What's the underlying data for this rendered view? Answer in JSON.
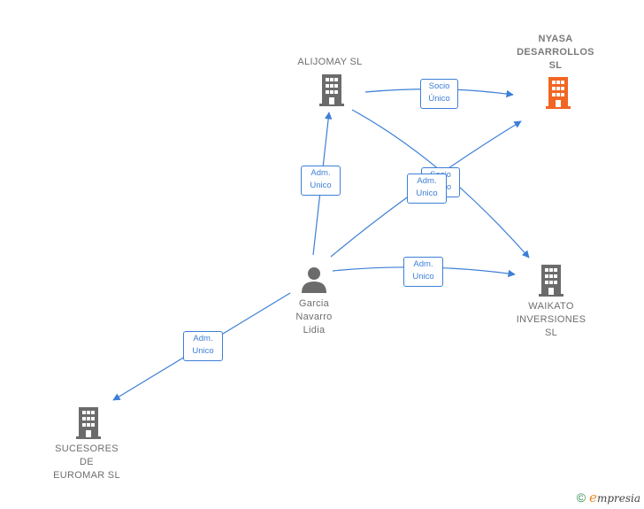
{
  "nodes": {
    "alijomay": {
      "label": "ALIJOMAY  SL"
    },
    "nyasa": {
      "label": "NYASA\nDESARROLLOS\nSL"
    },
    "waikato": {
      "label": "WAIKATO\nINVERSIONES\nSL"
    },
    "sucesores": {
      "label": "SUCESORES\nDE\nEUROMAR  SL"
    },
    "person": {
      "label": "Garcia\nNavarro\nLidia"
    }
  },
  "edges": {
    "alijomay_nyasa": "Socio\nÚnico",
    "person_alijomay": "Adm.\nUnico",
    "hidden_behind": "Socio\nÚnico",
    "person_nyasa": "Adm.\nUnico",
    "person_waikato": "Adm.\nUnico",
    "person_sucesores": "Adm.\nUnico"
  },
  "footer": {
    "copyright": "©",
    "brand_initial": "e",
    "brand_rest": "mpresia"
  },
  "colors": {
    "edge": "#3d7fd6",
    "building_gray": "#6b6b6b",
    "building_focus": "#f26522",
    "person": "#6b6b6b"
  }
}
